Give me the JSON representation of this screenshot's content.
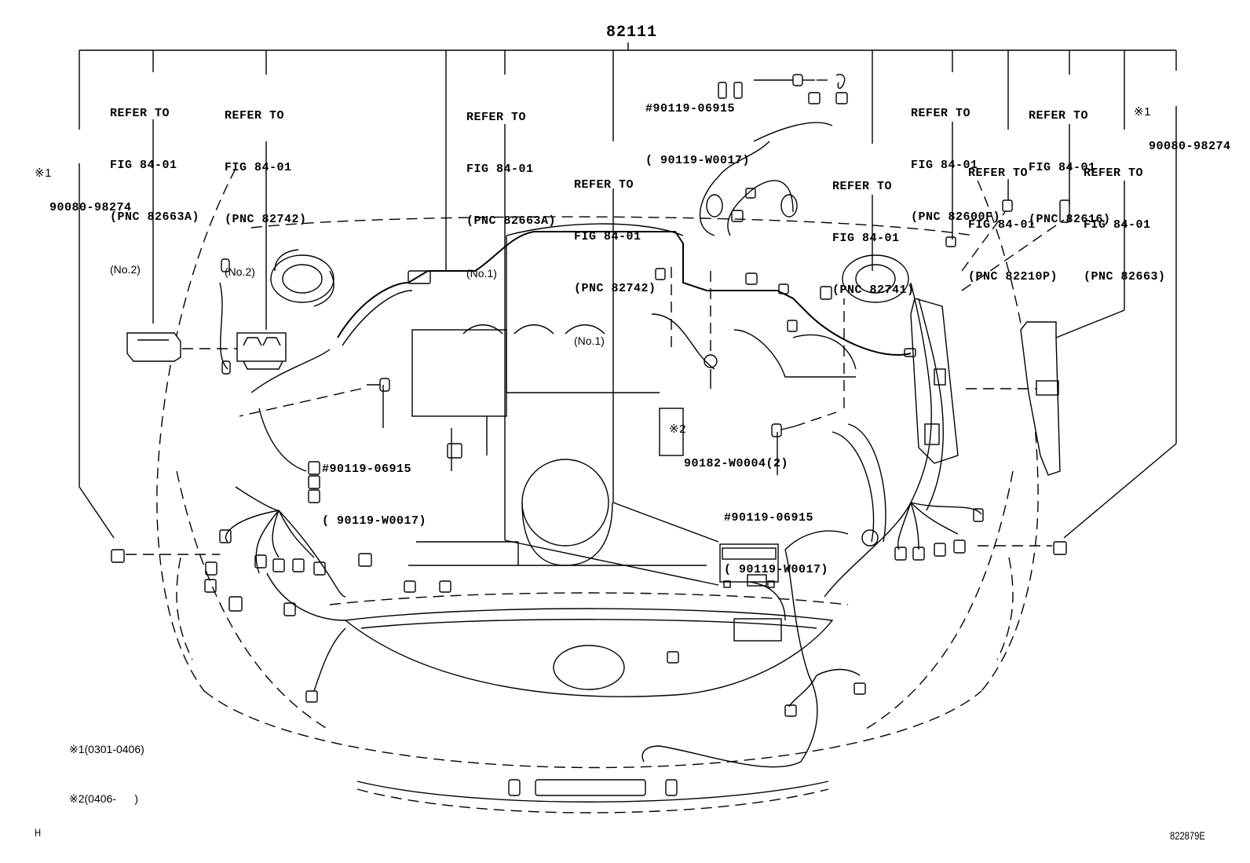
{
  "diagram": {
    "title_part_number": "82111",
    "type": "Engine room wire harness exploded parts diagram",
    "callouts": [
      {
        "id": "ref-82663a-no2",
        "lines": [
          "REFER TO",
          "FIG 84-01",
          "(PNC 82663A)"
        ],
        "note": "(No.2)"
      },
      {
        "id": "ref-82742-no2",
        "lines": [
          "REFER TO",
          "FIG 84-01",
          "(PNC 82742)"
        ],
        "note": "(No.2)"
      },
      {
        "id": "ref-82663a-no1",
        "lines": [
          "REFER TO",
          "FIG 84-01",
          "(PNC 82663A)"
        ],
        "note": "(No.1)"
      },
      {
        "id": "ref-82742-no1",
        "lines": [
          "REFER TO",
          "FIG 84-01",
          "(PNC 82742)"
        ],
        "note": "(No.1)"
      },
      {
        "id": "ref-82741",
        "lines": [
          "REFER TO",
          "FIG 84-01",
          "(PNC 82741)"
        ],
        "note": ""
      },
      {
        "id": "ref-82600f",
        "lines": [
          "REFER TO",
          "FIG 84-01",
          "(PNC 82600F)"
        ],
        "note": ""
      },
      {
        "id": "ref-82210p",
        "lines": [
          "REFER TO",
          "FIG 84-01",
          "(PNC 82210P)"
        ],
        "note": ""
      },
      {
        "id": "ref-82616",
        "lines": [
          "REFER TO",
          "FIG 84-01",
          "(PNC 82616)"
        ],
        "note": ""
      },
      {
        "id": "ref-82663",
        "lines": [
          "REFER TO",
          "FIG 84-01",
          "(PNC 82663)"
        ],
        "note": ""
      }
    ],
    "part_numbers": [
      {
        "id": "clip-left",
        "mark": "※1",
        "number": "90080-98274"
      },
      {
        "id": "clip-right",
        "mark": "※1",
        "number": "90080-98274"
      },
      {
        "id": "bolt-top",
        "lines": [
          "#90119-06915",
          "( 90119-W0017)"
        ]
      },
      {
        "id": "bolt-left",
        "lines": [
          "#90119-06915",
          "( 90119-W0017)"
        ]
      },
      {
        "id": "bolt-right",
        "lines": [
          "#90119-06915",
          "( 90119-W0017)"
        ]
      },
      {
        "id": "clamp",
        "mark": "※2",
        "number": "90182-W0004(2)"
      }
    ],
    "legend": [
      "※1(0301-0406)",
      "※2(0406-      )"
    ],
    "corner_left": "H",
    "corner_right": "822879E"
  }
}
